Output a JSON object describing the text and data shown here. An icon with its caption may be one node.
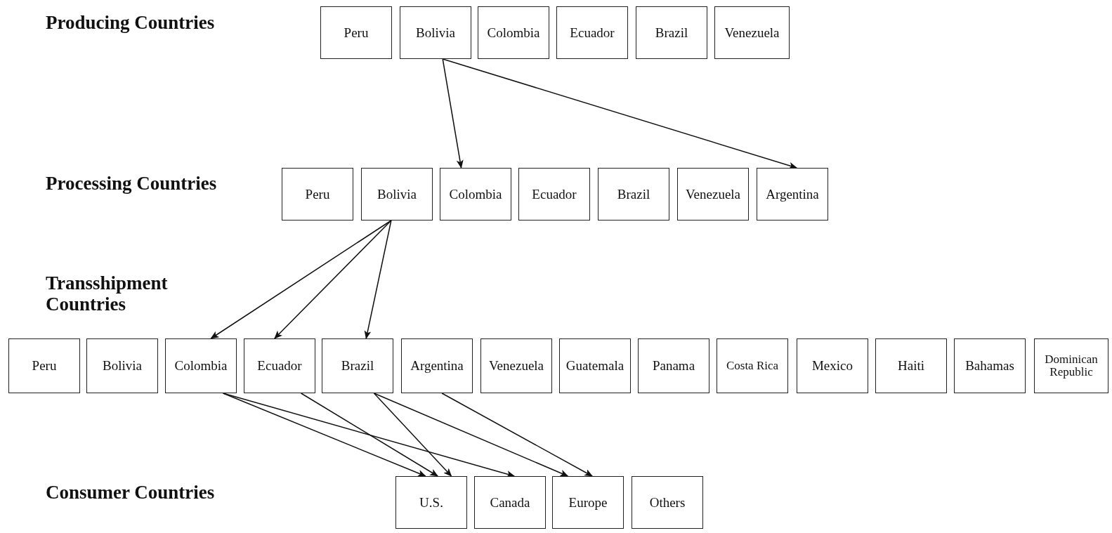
{
  "diagram": {
    "nodes": [
      {
        "text": [
          "Peru"
        ]
      },
      {
        "text": [
          "Bolivia"
        ]
      },
      {
        "text": [
          "Colombia"
        ]
      },
      {
        "text": [
          "Ecuador"
        ]
      },
      {
        "text": [
          "Brazil"
        ]
      },
      {
        "text": [
          "Venezuela"
        ]
      },
      {
        "text": [
          "Peru"
        ]
      },
      {
        "text": [
          "Bolivia"
        ]
      },
      {
        "text": [
          "Colombia"
        ]
      },
      {
        "text": [
          "Ecuador"
        ]
      },
      {
        "text": [
          "Brazil"
        ]
      },
      {
        "text": [
          "Venezuela"
        ]
      },
      {
        "text": [
          "Argentina"
        ]
      },
      {
        "text": [
          "Peru"
        ]
      },
      {
        "text": [
          "Bolivia"
        ]
      },
      {
        "text": [
          "Colombia"
        ]
      },
      {
        "text": [
          "Ecuador"
        ]
      },
      {
        "text": [
          "Brazil"
        ]
      },
      {
        "text": [
          "Argentina"
        ]
      },
      {
        "text": [
          "Venezuela"
        ]
      },
      {
        "text": [
          "Guatemala"
        ]
      },
      {
        "text": [
          "Panama"
        ]
      },
      {
        "text": [
          "Costa Rica"
        ]
      },
      {
        "text": [
          "Mexico"
        ]
      },
      {
        "text": [
          "Haiti"
        ]
      },
      {
        "text": [
          "Bahamas"
        ]
      },
      {
        "text": [
          "Dominican Republic"
        ]
      },
      {
        "text": [
          "U.S."
        ]
      },
      {
        "text": [
          "Canada"
        ]
      },
      {
        "text": [
          "Europe"
        ]
      },
      {
        "text": [
          "Others"
        ]
      }
    ],
    "edges": [
      {
        "from": 1,
        "to": 8,
        "arrow": "to"
      },
      {
        "from": 1,
        "to": 12,
        "arrow": "to"
      },
      {
        "from": 7,
        "to": 15,
        "arrow": "to"
      },
      {
        "from": 7,
        "to": 16,
        "arrow": "to"
      },
      {
        "from": 7,
        "to": 17,
        "arrow": "to"
      },
      {
        "from": 15,
        "to": 27,
        "arrow": "to"
      },
      {
        "from": 15,
        "to": 28,
        "arrow": "to"
      },
      {
        "from": 16,
        "to": 27,
        "arrow": "to"
      },
      {
        "from": 17,
        "to": 27,
        "arrow": "to"
      },
      {
        "from": 17,
        "to": 29,
        "arrow": "to"
      },
      {
        "from": 18,
        "to": 29,
        "arrow": "to"
      }
    ],
    "labels": [
      "Producing Countries",
      "Processing Countries",
      "Transshipment Countries",
      "Consumer Countries"
    ]
  }
}
